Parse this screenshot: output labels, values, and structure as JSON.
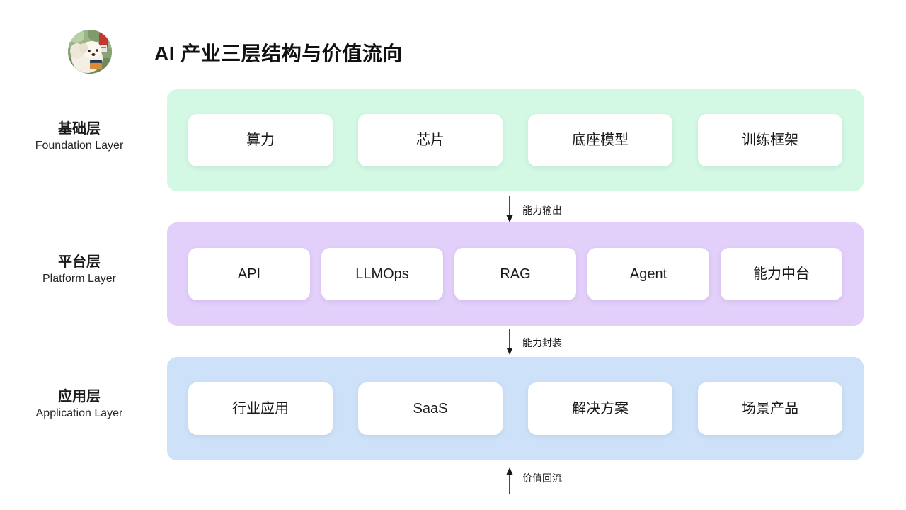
{
  "header": {
    "title": "AI 产业三层结构与价值流向",
    "avatar_alt": "white fluffy dog photo"
  },
  "layers": [
    {
      "name_cn": "基础层",
      "name_en": "Foundation Layer",
      "band_color": "#d3f9e4",
      "items": [
        {
          "label": "算力"
        },
        {
          "label": "芯片"
        },
        {
          "label": "底座模型"
        },
        {
          "label": "训练框架"
        }
      ]
    },
    {
      "name_cn": "平台层",
      "name_en": "Platform Layer",
      "band_color": "#e2cffa",
      "items": [
        {
          "label": "API"
        },
        {
          "label": "LLMOps"
        },
        {
          "label": "RAG"
        },
        {
          "label": "Agent"
        },
        {
          "label": "能力中台"
        }
      ]
    },
    {
      "name_cn": "应用层",
      "name_en": "Application Layer",
      "band_color": "#cde2f8",
      "items": [
        {
          "label": "行业应用"
        },
        {
          "label": "SaaS"
        },
        {
          "label": "解决方案"
        },
        {
          "label": "场景产品"
        }
      ]
    }
  ],
  "connectors": [
    {
      "label": "能力输出",
      "direction": "down"
    },
    {
      "label": "能力封装",
      "direction": "down"
    },
    {
      "label": "价值回流",
      "direction": "up"
    }
  ],
  "colors": {
    "foundation": "#d3f9e4",
    "platform": "#e2cffa",
    "application": "#cde2f8",
    "card": "#ffffff",
    "text": "#111111",
    "background": "#ffffff"
  }
}
